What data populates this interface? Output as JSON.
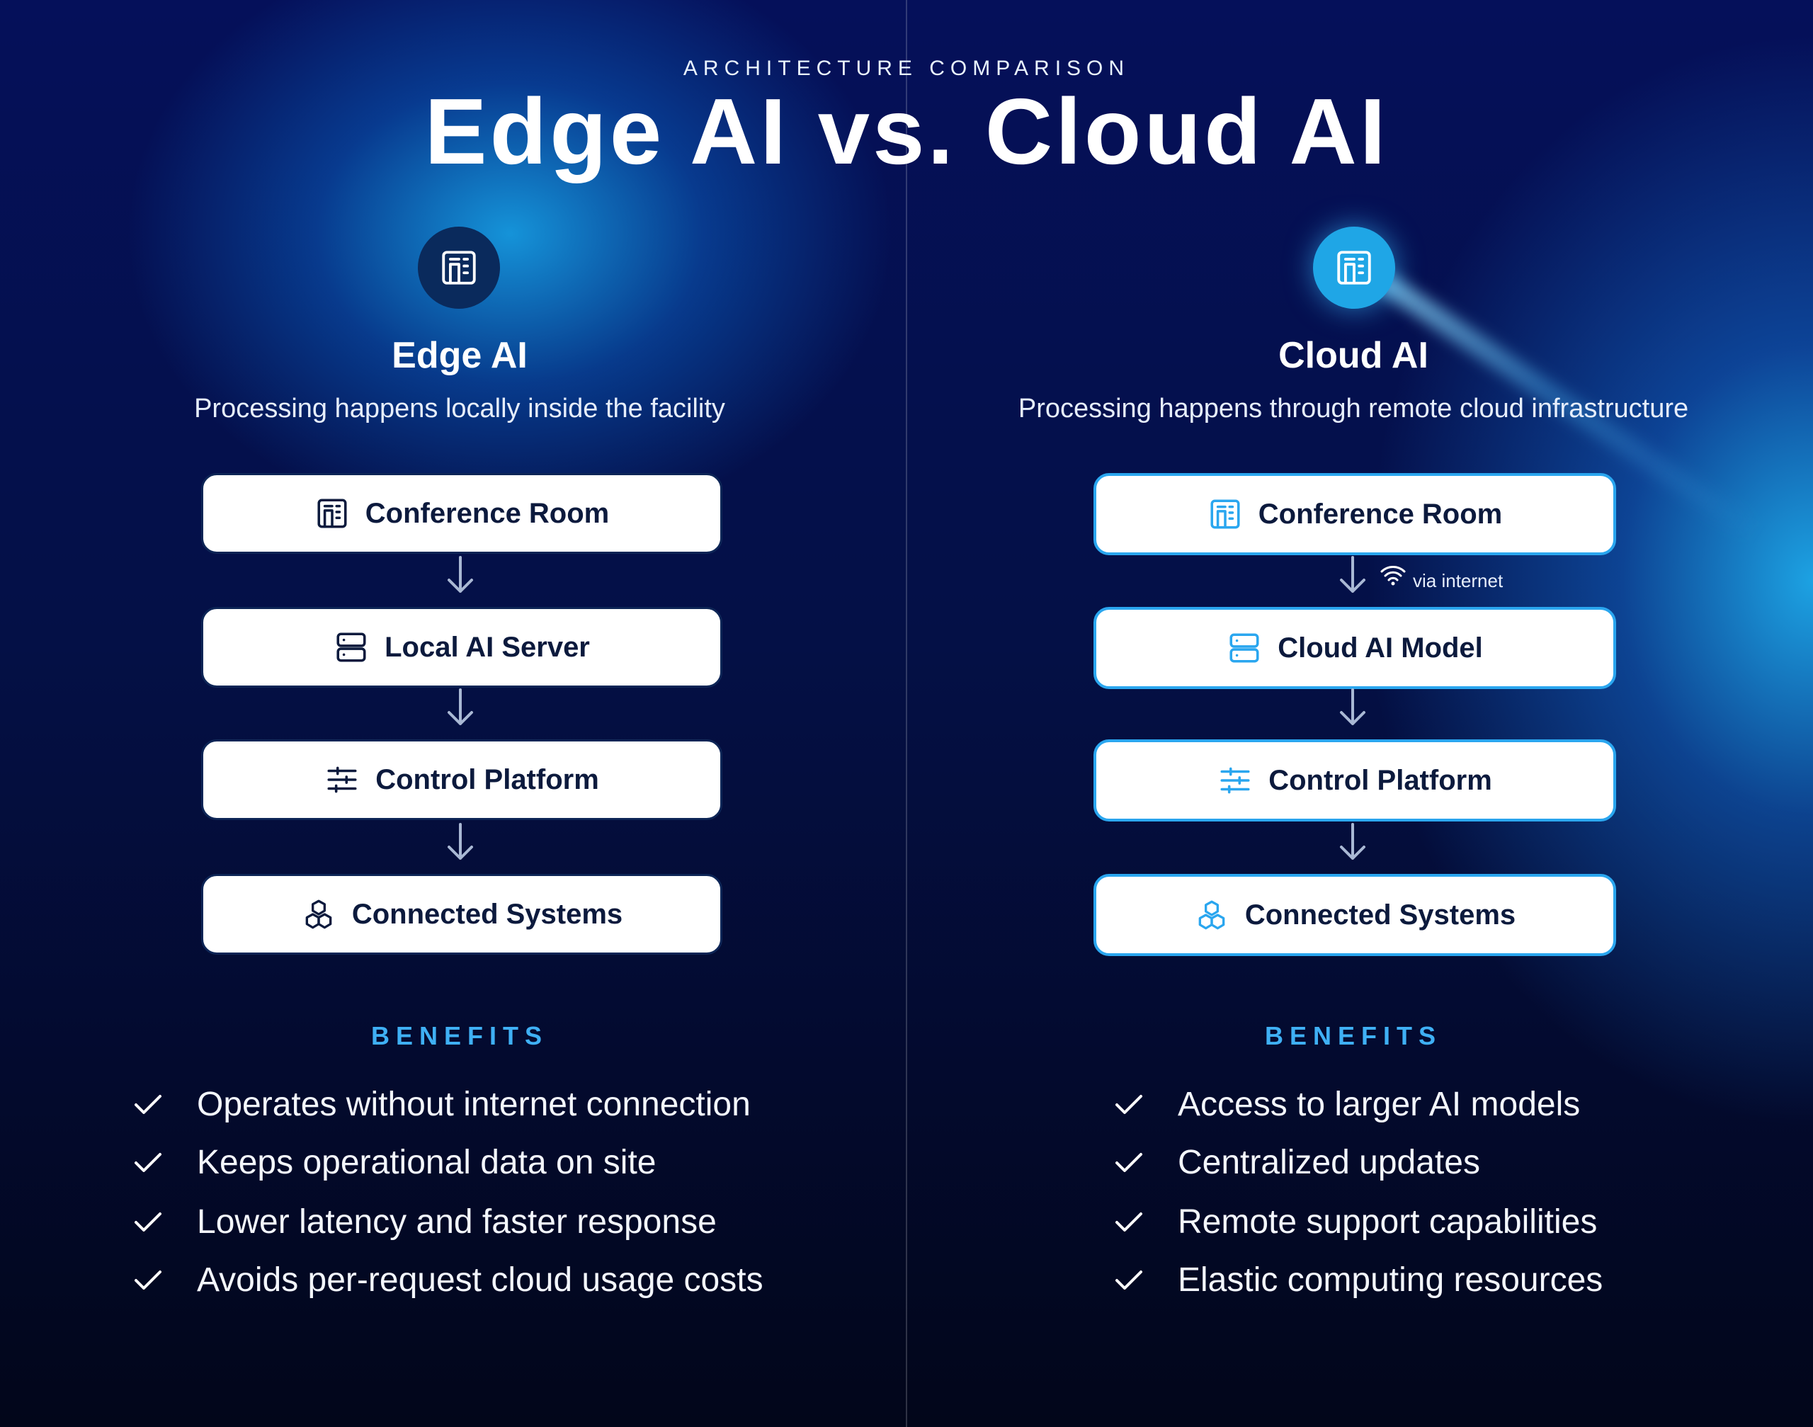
{
  "header": {
    "kicker": "ARCHITECTURE COMPARISON",
    "title": "Edge AI vs. Cloud AI"
  },
  "colors": {
    "accent": "#3fb0f5",
    "edge_badge": "#0a2a5c",
    "cloud_badge": "#1fa6e6",
    "box_text": "#0c1a3d"
  },
  "edge": {
    "badge_icon": "building-icon",
    "title": "Edge AI",
    "subtitle": "Processing happens locally inside the facility",
    "flow": [
      {
        "label": "Conference Room",
        "icon": "building-icon"
      },
      {
        "label": "Local AI Server",
        "icon": "server-icon"
      },
      {
        "label": "Control Platform",
        "icon": "sliders-icon"
      },
      {
        "label": "Connected Systems",
        "icon": "cubes-icon"
      }
    ],
    "benefits_title": "BENEFITS",
    "benefits": [
      "Operates without internet connection",
      "Keeps operational data on site",
      "Lower latency and faster response",
      "Avoids per-request cloud usage costs"
    ]
  },
  "cloud": {
    "badge_icon": "building-icon",
    "title": "Cloud AI",
    "subtitle": "Processing happens through remote cloud infrastructure",
    "connector_label": "via internet",
    "flow": [
      {
        "label": "Conference Room",
        "icon": "building-icon"
      },
      {
        "label": "Cloud AI Model",
        "icon": "server-icon"
      },
      {
        "label": "Control Platform",
        "icon": "sliders-icon"
      },
      {
        "label": "Connected Systems",
        "icon": "cubes-icon"
      }
    ],
    "benefits_title": "BENEFITS",
    "benefits": [
      "Access to larger AI models",
      "Centralized updates",
      "Remote support capabilities",
      "Elastic computing resources"
    ]
  }
}
